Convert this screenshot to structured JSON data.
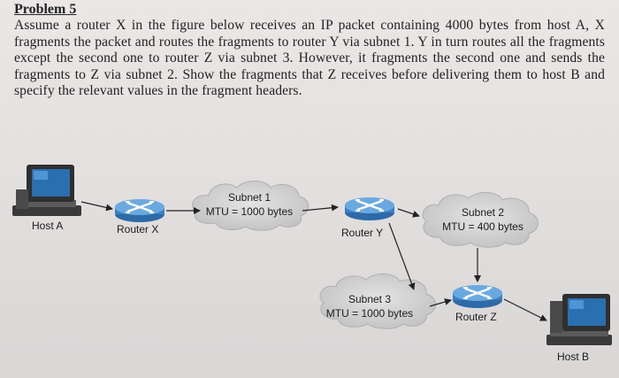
{
  "problem": {
    "title": "Problem 5",
    "text": "Assume a router X in the figure below receives an IP packet containing 4000 bytes from host A, X fragments the packet and routes the fragments to router Y via subnet 1. Y in turn routes all the fragments except the second one to router Z via subnet 3. However, it fragments the second one and sends the fragments to Z via subnet 2. Show the fragments that Z receives before delivering them to host B and specify the relevant values in the fragment headers."
  },
  "figure": {
    "host_a": "Host A",
    "host_b": "Host B",
    "router_x": "Router X",
    "router_y": "Router Y",
    "router_z": "Router Z",
    "subnet1": {
      "name": "Subnet 1",
      "mtu": "MTU = 1000 bytes"
    },
    "subnet2": {
      "name": "Subnet 2",
      "mtu": "MTU = 400 bytes"
    },
    "subnet3": {
      "name": "Subnet 3",
      "mtu": "MTU = 1000 bytes"
    }
  },
  "colors": {
    "cloud": "#d2d2d2",
    "router_body": "#5b9bd5",
    "monitor_screen": "#2a6fb0"
  }
}
